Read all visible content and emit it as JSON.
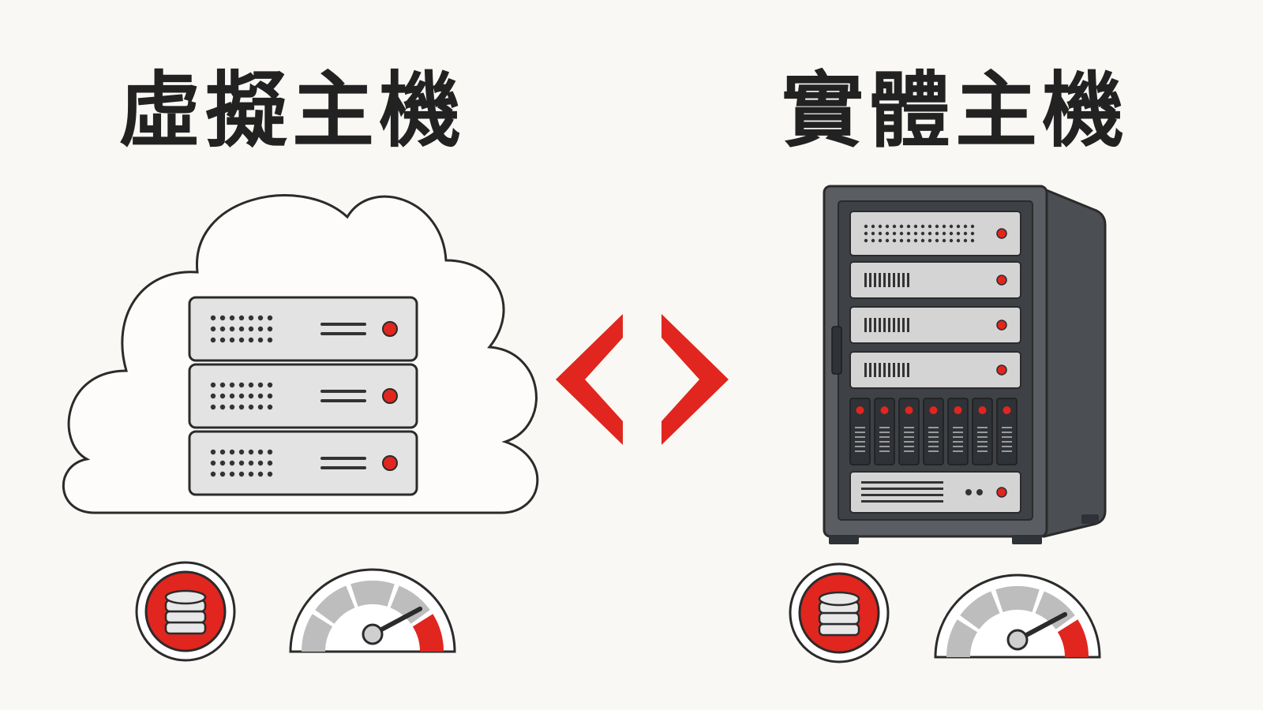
{
  "virtual_host": {
    "title": "虛擬主機",
    "icons": [
      "cloud-icon",
      "server-stack-icon",
      "database-icon",
      "speedometer-icon"
    ],
    "gauge_level": 0.78
  },
  "physical_host": {
    "title": "實體主機",
    "icons": [
      "server-rack-icon",
      "database-icon",
      "speedometer-icon"
    ],
    "gauge_level": 0.78
  },
  "comparison_icon": "code-brackets-icon",
  "colors": {
    "accent": "#e0261e",
    "text": "#222222",
    "outline": "#2b2b2b",
    "panel": "#e3e3e3",
    "rack": "#5a5d61",
    "background": "#faf8f4"
  }
}
